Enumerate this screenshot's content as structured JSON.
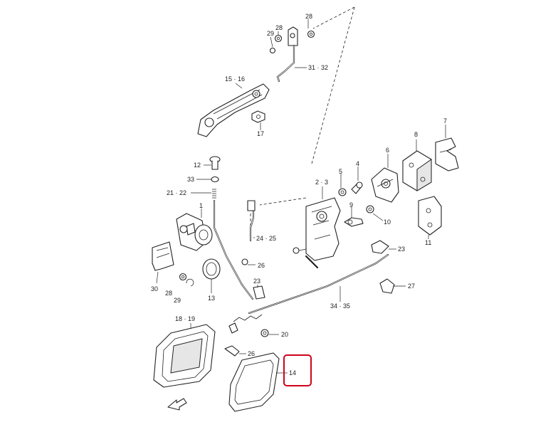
{
  "labels": {
    "p28_top": "28",
    "p29_top": "29",
    "p28_mid": "28",
    "p31_32": "31 · 32",
    "p15_16": "15 · 16",
    "p17": "17",
    "p12": "12",
    "p33": "33",
    "p21_22": "21 · 22",
    "p1": "1",
    "p30": "30",
    "p28_low": "28",
    "p29_low": "29",
    "p13": "13",
    "p2_3": "2 · 3",
    "p5": "5",
    "p4": "4",
    "p6": "6",
    "p7": "7",
    "p8": "8",
    "p9": "9",
    "p10": "10",
    "p11": "11",
    "p24_25": "24 · 25",
    "p26_mid": "26",
    "p23_left": "23",
    "p23_right": "23",
    "p27": "27",
    "p34_35": "34 · 35",
    "p18_19": "18 · 19",
    "p20": "20",
    "p26_low": "26",
    "p14": "14"
  },
  "highlight": {
    "label": "14",
    "color": "#d0021b"
  }
}
